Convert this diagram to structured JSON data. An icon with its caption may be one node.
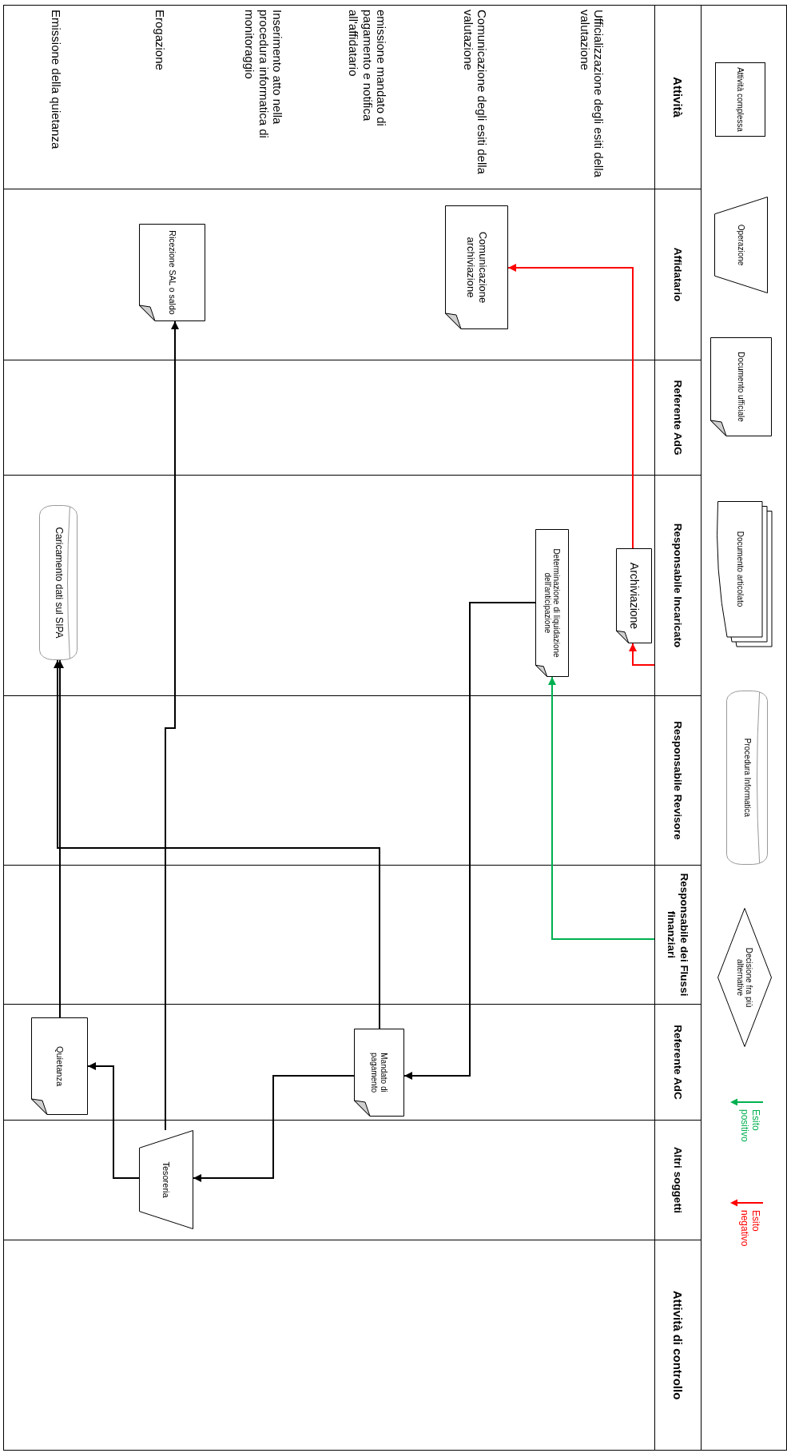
{
  "diagram": {
    "nodes": [
      {
        "text": [
          "Attività"
        ]
      },
      {
        "text": [
          "Affidatario"
        ]
      },
      {
        "text": [
          "Referente AdG"
        ]
      },
      {
        "text": [
          "Responsabile Incaricato"
        ]
      },
      {
        "text": [
          "Responsabile Revisore"
        ]
      },
      {
        "text": [
          "Responsabile dei Flussi finanziari"
        ]
      },
      {
        "text": [
          "Referente AdC"
        ]
      },
      {
        "text": [
          "Altri soggetti"
        ]
      },
      {
        "text": [
          "Attività di controllo"
        ]
      },
      {
        "text": [
          "Comunicazione archiviazione"
        ]
      },
      {
        "text": [
          "Ricezione SAL o saldo"
        ]
      },
      {
        "text": [
          "Archiviazione"
        ]
      },
      {
        "text": [
          "Determinazione di liquidazione dell'anticipazione"
        ]
      },
      {
        "text": [
          "Caricamento dati sul SIPA"
        ]
      },
      {
        "text": [
          "Mandato di pagamento"
        ]
      },
      {
        "text": [
          "Quietanza"
        ]
      },
      {
        "text": [
          "Tesoreria"
        ]
      },
      {
        "text": [
          "Attività complessa"
        ]
      },
      {
        "text": [
          "Operazione"
        ]
      },
      {
        "text": [
          "Documento ufficiale"
        ]
      },
      {
        "text": [
          "Documento articolato"
        ]
      },
      {
        "text": [
          "Procedura Informatica"
        ]
      },
      {
        "text": [
          "Decisione fra più alternative"
        ]
      }
    ],
    "edges": [
      {
        "from": 3,
        "to": 11,
        "arrow": "to",
        "color": "#ff0000"
      },
      {
        "from": 11,
        "to": 9,
        "arrow": "to",
        "color": "#ff0000"
      },
      {
        "from": 5,
        "to": 12,
        "arrow": "to",
        "color": "#00b050"
      },
      {
        "from": 12,
        "to": 14,
        "arrow": "to"
      },
      {
        "from": 14,
        "to": 16,
        "arrow": "to"
      },
      {
        "from": 14,
        "to": 13,
        "arrow": "to"
      },
      {
        "from": 15,
        "to": 13,
        "arrow": "to"
      },
      {
        "from": 16,
        "to": 15,
        "arrow": "to"
      },
      {
        "from": 16,
        "to": 10,
        "arrow": "to"
      }
    ],
    "labels": [
      "Ufficializzazione degli esiti della valutazione",
      "Comunicazione degli esiti della valutazione",
      "emissione mandato di pagamento e notifica all'affidatario",
      "Inserimento atto nella procedura informatica di monitoraggio",
      "Erogazione",
      "Emissione della quietanza"
    ],
    "legend": [
      {
        "text": "Esito positivo",
        "color": "#00b050"
      },
      {
        "text": "Esito negativo",
        "color": "#ff0000"
      }
    ]
  }
}
